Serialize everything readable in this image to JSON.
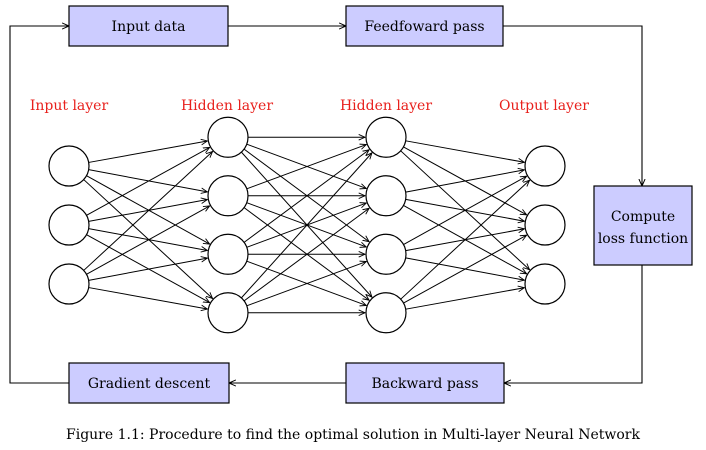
{
  "boxes": {
    "input_data": "Input data",
    "feedforward": "Feedfoward pass",
    "compute_loss": [
      "Compute",
      "loss function"
    ],
    "backward": "Backward pass",
    "gradient": "Gradient descent"
  },
  "layers": {
    "input": "Input layer",
    "hidden1": "Hidden layer",
    "hidden2": "Hidden layer",
    "output": "Output layer"
  },
  "network": {
    "neurons_per_layer": [
      3,
      4,
      4,
      3
    ]
  },
  "caption": "Figure 1.1: Procedure to find the optimal solution in Multi-layer Neural Network",
  "colors": {
    "box_fill": "#ccccff",
    "layer_label": "#e8201c"
  }
}
